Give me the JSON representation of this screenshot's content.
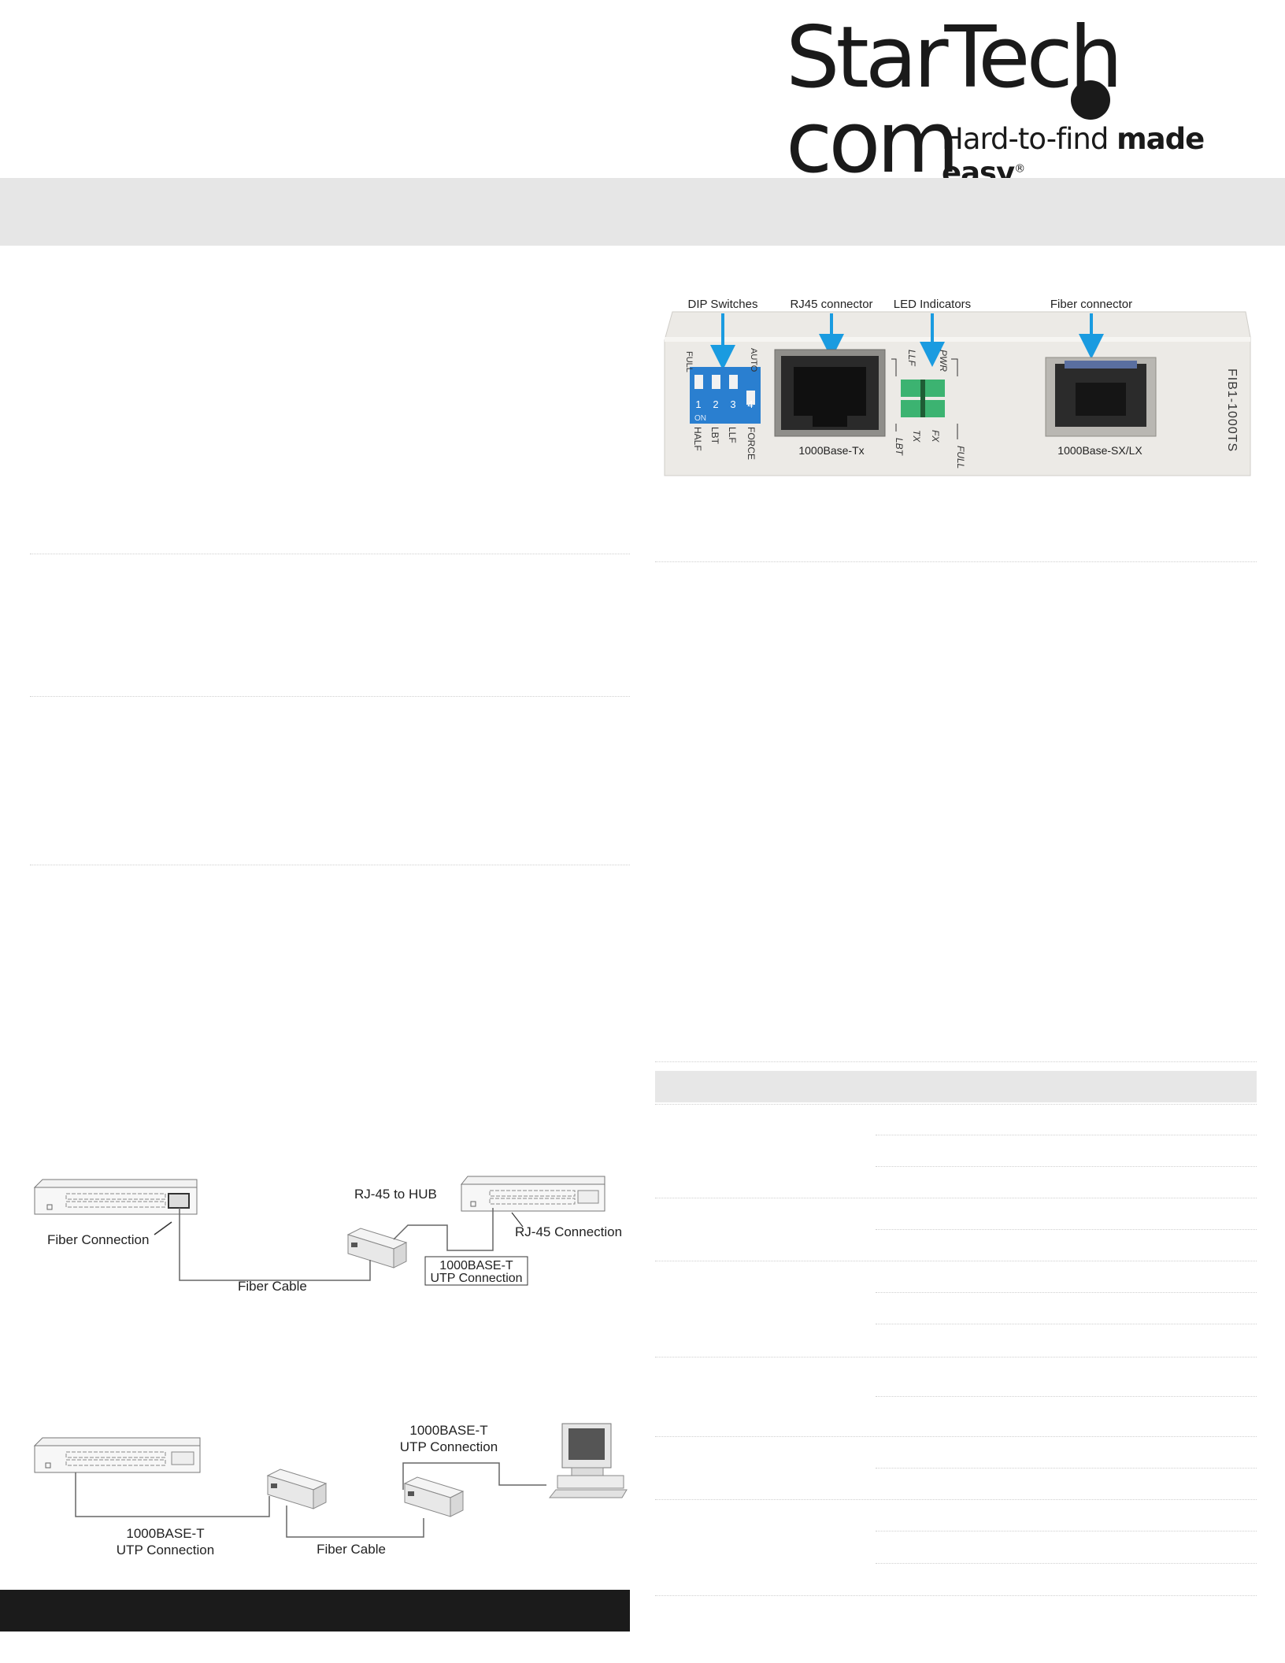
{
  "brand": {
    "name": "StarTech",
    "suffix": "com",
    "tagline_regular": "Hard-to-find",
    "tagline_bold": "made easy",
    "registered": "®"
  },
  "product_photo": {
    "callouts": [
      "DIP Switches",
      "RJ45 connector",
      "LED Indicators",
      "Fiber connector"
    ],
    "dip_labels_top": [
      "FULL",
      "AUTO"
    ],
    "dip_numbers": [
      "1",
      "2",
      "3",
      "4"
    ],
    "dip_on": "ON",
    "dip_labels_bottom": [
      "HALF",
      "LBT",
      "LLF",
      "FORCE"
    ],
    "rj45_port_label": "1000Base-Tx",
    "led_labels_top": [
      "LLF",
      "PWR"
    ],
    "led_labels_bottom": [
      "LBT",
      "TX",
      "FX",
      "FULL"
    ],
    "fiber_port_label": "1000Base-SX/LX",
    "model": "FIB1-1000TS",
    "colors": {
      "arrow": "#1a9be0",
      "dip_block": "#2a7fd0",
      "led": "#3cb371",
      "body": "#eceae6"
    }
  },
  "diagram_1": {
    "labels": {
      "fiber_connection": "Fiber Connection",
      "rj45_to_hub": "RJ-45 to HUB",
      "rj45_connection": "RJ-45 Connection",
      "fiber_cable": "Fiber Cable",
      "utp_line1": "1000BASE-T",
      "utp_line2": "UTP Connection"
    }
  },
  "diagram_2": {
    "labels": {
      "utp_top_line1": "1000BASE-T",
      "utp_top_line2": "UTP Connection",
      "utp_bottom_line1": "1000BASE-T",
      "utp_bottom_line2": "UTP Connection",
      "fiber_cable": "Fiber Cable"
    }
  }
}
